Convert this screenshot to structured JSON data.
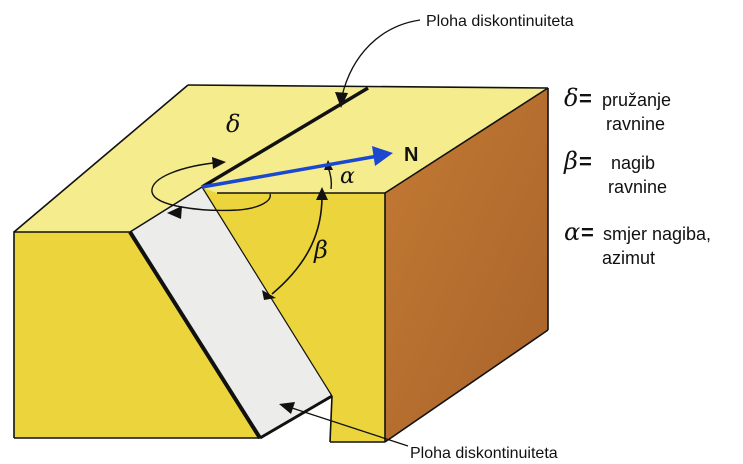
{
  "labels": {
    "plane_top": "Ploha diskontinuiteta",
    "plane_bottom": "Ploha diskontinuiteta",
    "north": "N",
    "delta_symbol": "δ",
    "beta_symbol": "β",
    "alpha_symbol": "α"
  },
  "legend": {
    "delta": {
      "symbol": "δ",
      "equals": "=",
      "line1": "pružanje",
      "line2": "ravnine"
    },
    "beta": {
      "symbol": "β",
      "equals": "=",
      "line1": "nagib",
      "line2": "ravnine"
    },
    "alpha": {
      "symbol": "α",
      "equals": "=",
      "line1": "smjer nagiba,",
      "line2": "azimut"
    }
  },
  "colors": {
    "top_face": "#f5ec8e",
    "front_face": "#ecd53c",
    "side_face": "#b8702c",
    "fault_plane": "#ececea",
    "north_arrow": "#1a48d0",
    "ink": "#111111"
  }
}
